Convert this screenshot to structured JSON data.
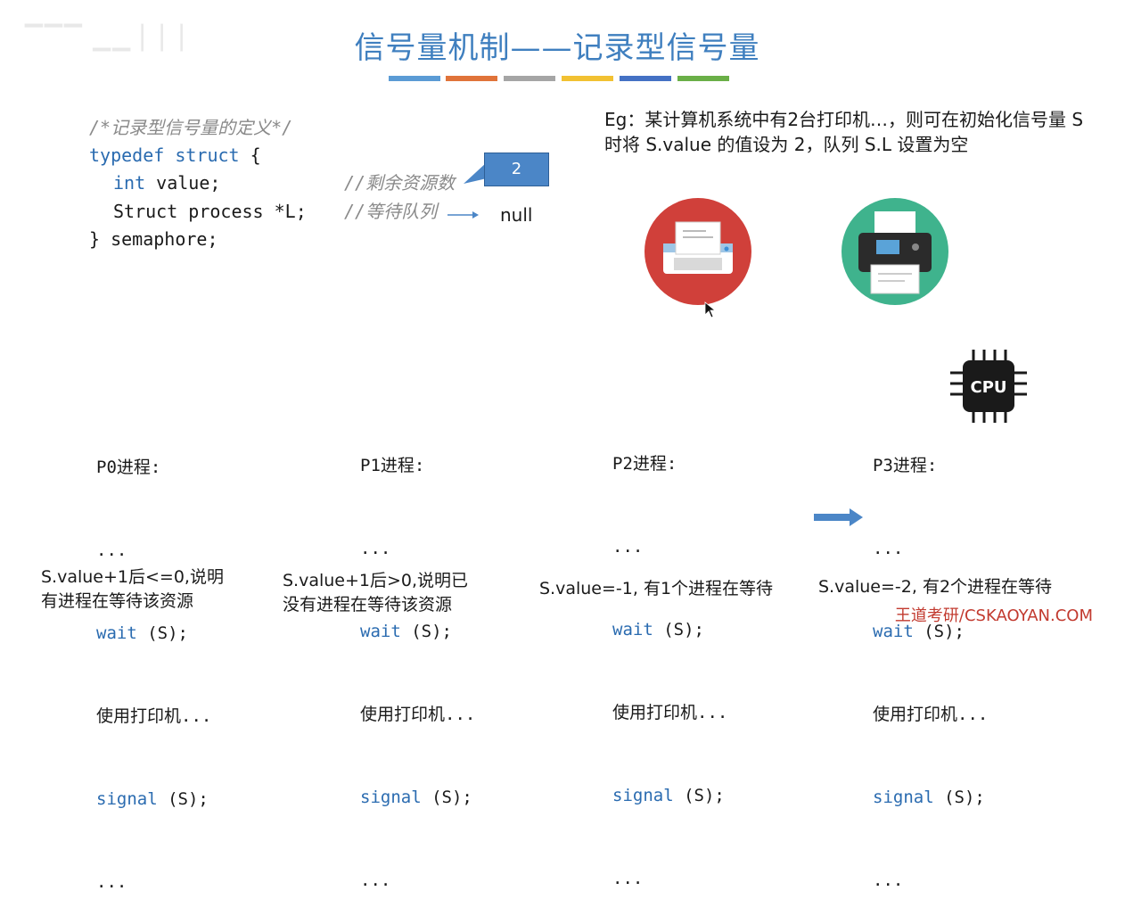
{
  "slide": {
    "title": "信号量机制——记录型信号量",
    "color_bars": [
      "#5b9bd5",
      "#e0733a",
      "#a5a5a5",
      "#f2c132",
      "#4471c4",
      "#6aaf47"
    ]
  },
  "code": {
    "comment_def": "/*记录型信号量的定义*/",
    "line1_kw": "typedef struct",
    "line1_rest": " {",
    "line2_type": "int",
    "line2_rest": " value;",
    "line2_comment": "//剩余资源数",
    "line3_code": "Struct process *L;",
    "line3_comment": "//等待队列",
    "line4": "} semaphore;"
  },
  "callout": {
    "value": "2"
  },
  "queue_value": "null",
  "example_text": "Eg：某计算机系统中有2台打印机…，则可在初始化信号量 S 时将 S.value 的值设为 2，队列 S.L 设置为空",
  "icons": {
    "printer_red": "printer-icon",
    "printer_green": "printer-icon",
    "cpu": {
      "name": "cpu-icon",
      "label": "CPU"
    }
  },
  "processes": [
    {
      "name": "P0进程:",
      "dots1": "...",
      "wait_kw": "wait",
      "wait_arg": " (S);",
      "use": "使用打印机...",
      "signal_kw": "signal",
      "signal_arg": " (S);",
      "dots2": "..."
    },
    {
      "name": "P1进程:",
      "dots1": "...",
      "wait_kw": "wait",
      "wait_arg": " (S);",
      "use": "使用打印机...",
      "signal_kw": "signal",
      "signal_arg": " (S);",
      "dots2": "..."
    },
    {
      "name": "P2进程:",
      "dots1": "...",
      "wait_kw": "wait",
      "wait_arg": " (S);",
      "use": "使用打印机...",
      "signal_kw": "signal",
      "signal_arg": " (S);",
      "dots2": "..."
    },
    {
      "name": "P3进程:",
      "dots1": "...",
      "wait_kw": "wait",
      "wait_arg": " (S);",
      "use": "使用打印机...",
      "signal_kw": "signal",
      "signal_arg": " (S);",
      "dots2": "..."
    }
  ],
  "notes": {
    "p0_line1": "S.value+1后<=0,说明",
    "p0_line2": "有进程在等待该资源",
    "p1_line1": "S.value+1后>0,说明已",
    "p1_line2": "没有进程在等待该资源",
    "p2": "S.value=-1, 有1个进程在等待",
    "p3": "S.value=-2, 有2个进程在等待"
  },
  "watermark": "王道考研/CSKAOYAN.COM"
}
